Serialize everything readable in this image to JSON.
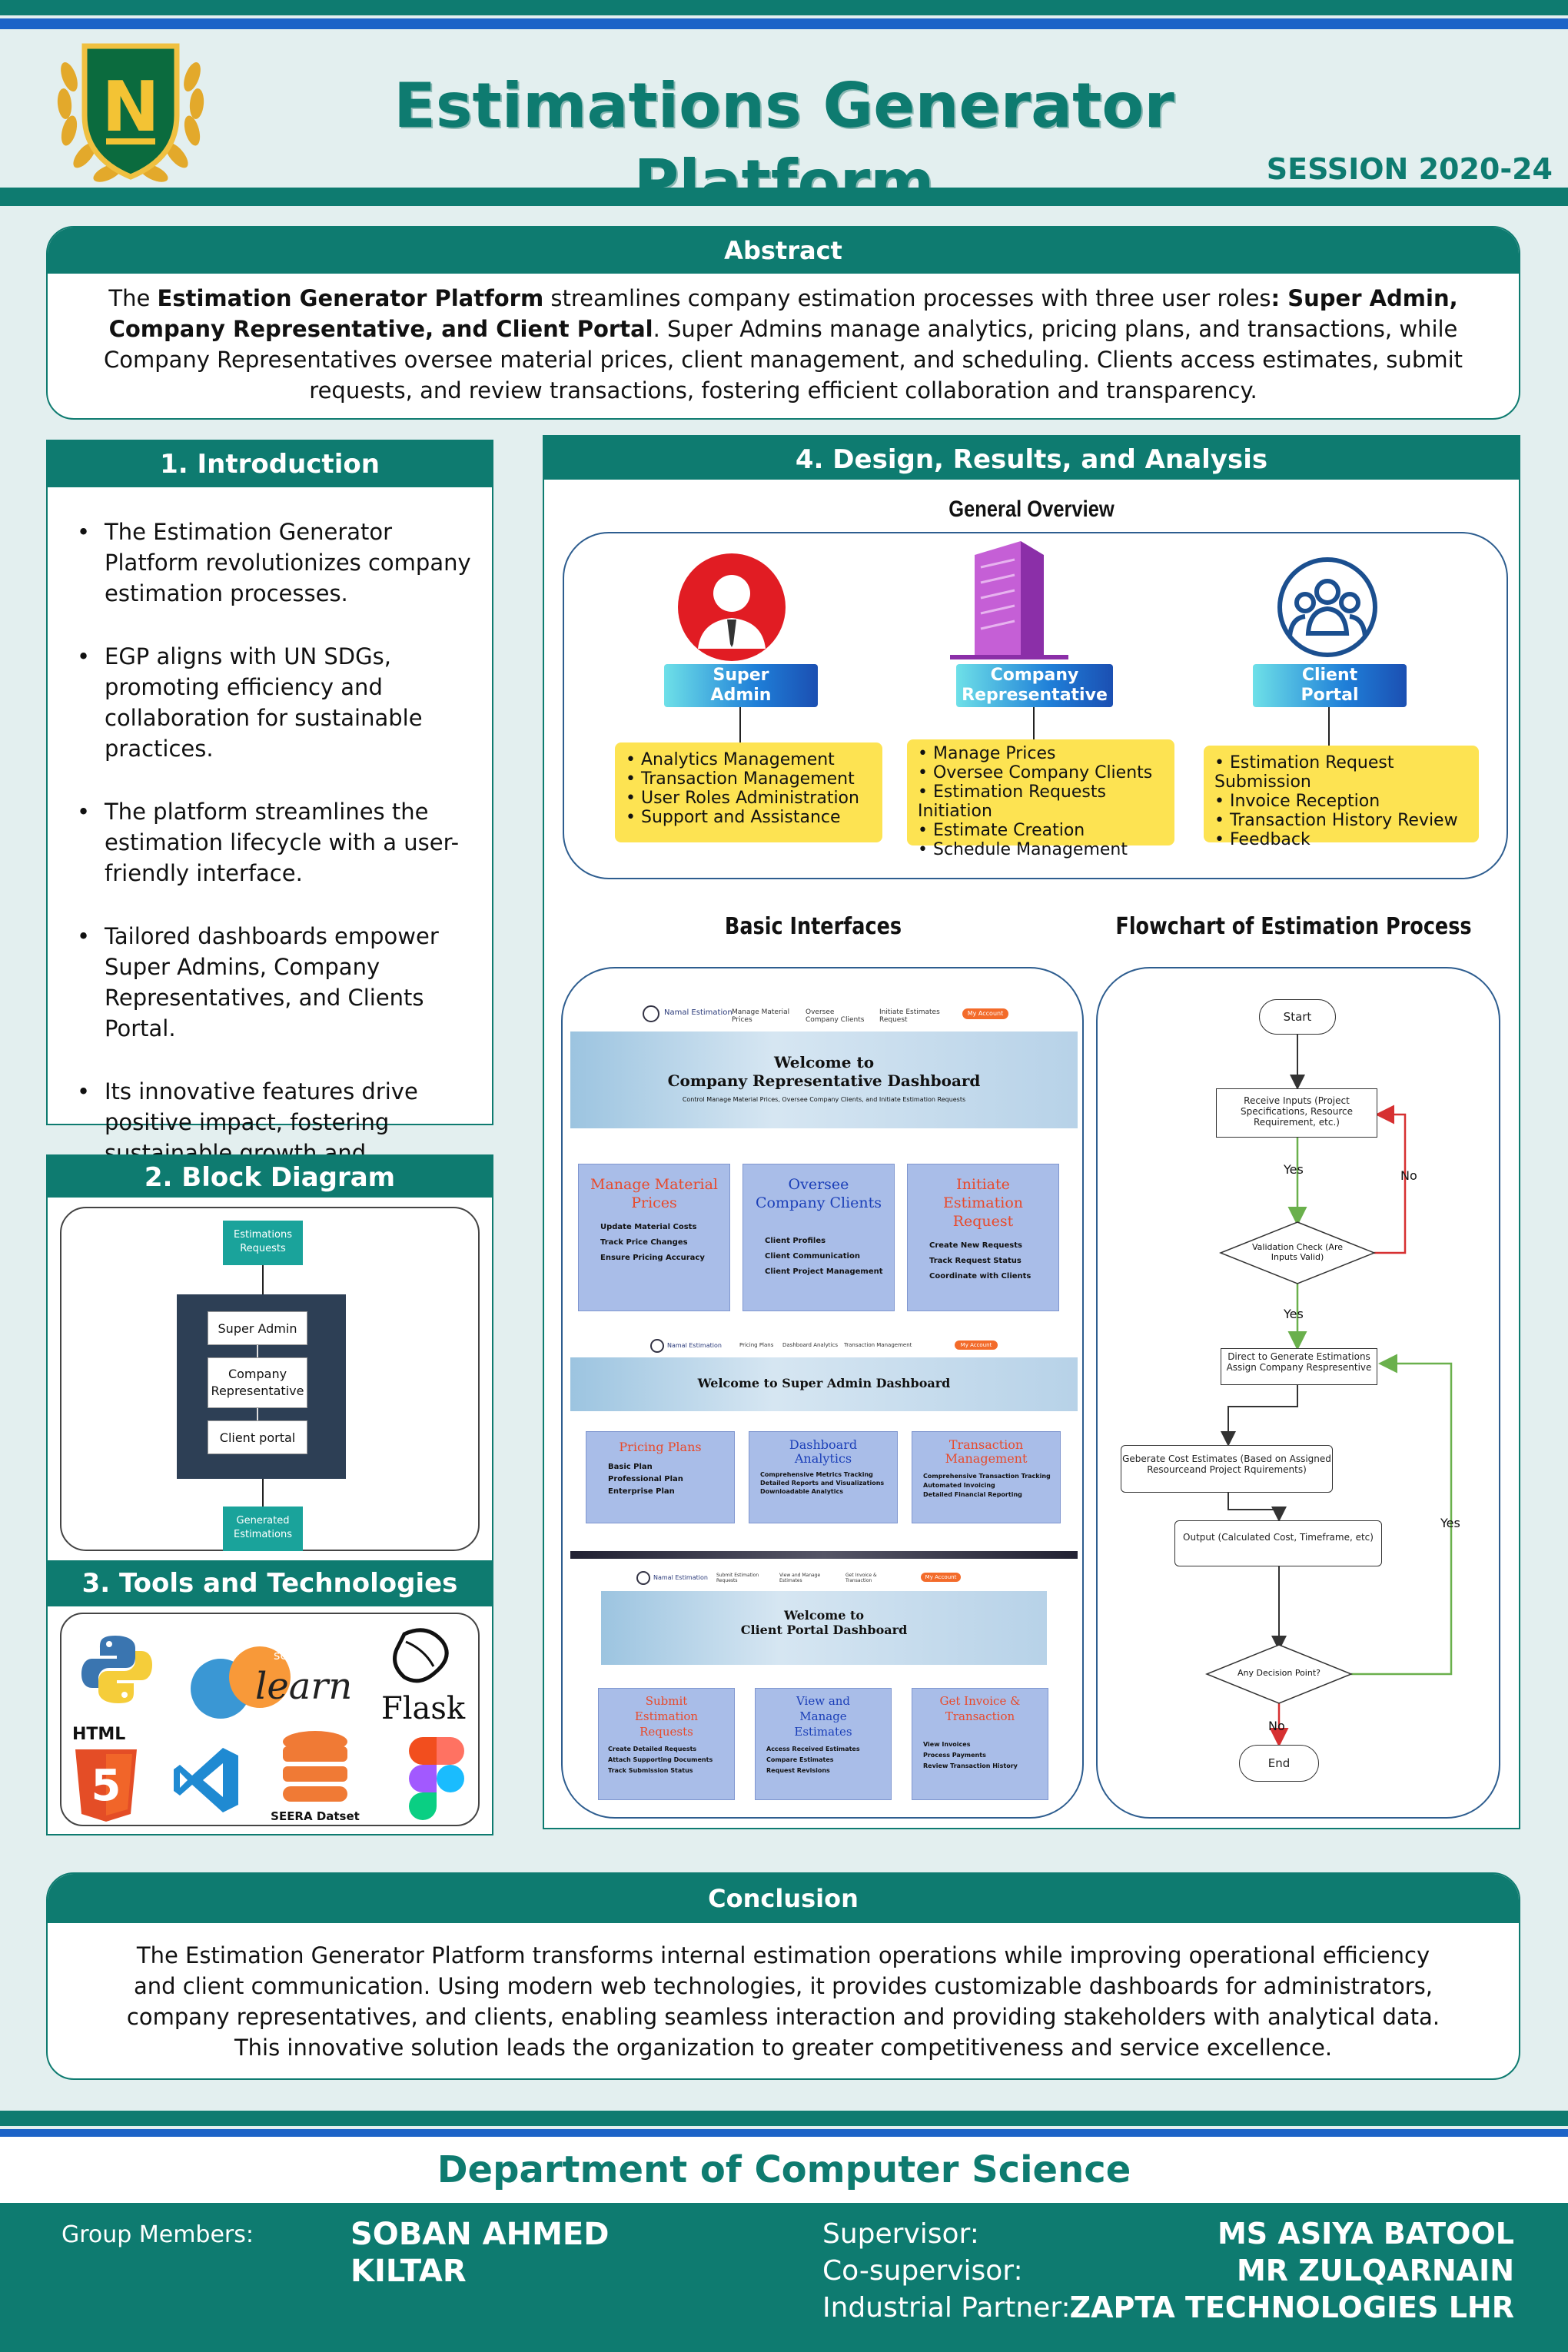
{
  "header": {
    "title": "Estimations Generator Platform",
    "session": "SESSION 2020-24",
    "logo_letter": "N"
  },
  "abstract": {
    "heading": "Abstract",
    "p1_pre": "The ",
    "p1_b1": "Estimation Generator Platform",
    "p1_mid": " streamlines company estimation processes with three user roles",
    "p1_b2": ": Super Admin, Company Representative, and Client Portal",
    "p1_post": ". Super Admins manage analytics, pricing plans, and transactions, while Company Representatives oversee material prices, client management, and scheduling. Clients access estimates, submit requests, and review transactions, fostering efficient collaboration and transparency."
  },
  "intro": {
    "heading": "1. Introduction",
    "items": [
      "The Estimation Generator Platform revolutionizes company estimation processes.",
      "EGP aligns with UN SDGs, promoting efficiency and collaboration for sustainable practices.",
      "The platform streamlines the estimation lifecycle with a user-friendly interface.",
      "Tailored dashboards empower Super Admins, Company Representatives, and Clients Portal.",
      "Its innovative features drive positive impact, fostering sustainable growth and development."
    ]
  },
  "block": {
    "heading": "2. Block Diagram",
    "top": "Estimations Requests",
    "inner": [
      "Super Admin",
      "Company Representative",
      "Client portal"
    ],
    "bottom": "Generated Estimations"
  },
  "tools": {
    "heading": "3. Tools and Technologies",
    "flask": "Flask",
    "scikit": "scikit",
    "learn": "learn",
    "html": "HTML",
    "html_num": "5",
    "seera": "SEERA Datset"
  },
  "design": {
    "heading": "4. Design, Results, and Analysis",
    "overview_title": "General Overview",
    "roles": [
      {
        "label": "Super Admin",
        "items": [
          "Analytics Management",
          "Transaction Management",
          "User Roles Administration",
          "Support and Assistance"
        ]
      },
      {
        "label": "Company Representative",
        "items": [
          "Manage Prices",
          "Oversee Company Clients",
          "Estimation Requests Initiation",
          "Estimate Creation",
          "Schedule Management"
        ]
      },
      {
        "label": "Client Portal",
        "items": [
          "Estimation Request Submission",
          "Invoice Reception",
          "Transaction History Review",
          "Feedback"
        ]
      }
    ],
    "interfaces_title": "Basic Interfaces",
    "flow_title": "Flowchart of Estimation Process"
  },
  "ui": {
    "brand": "Namal Estimation",
    "rep": {
      "nav": [
        "Manage Material Prices",
        "Oversee Company Clients",
        "Initiate Estimates Request"
      ],
      "account": "My Account",
      "welcome": "Welcome to",
      "title": "Company Representative Dashboard",
      "sub": "Control Manage Material Prices, Oversee Company Clients, and Initiate Estimation Requests",
      "cards": [
        {
          "t": "Manage Material Prices",
          "s": [
            "Update Material Costs",
            "Track Price Changes",
            "Ensure Pricing Accuracy"
          ]
        },
        {
          "t": "Oversee Company Clients",
          "s": [
            "Client Profiles",
            "Client Communication",
            "Client Project Management"
          ]
        },
        {
          "t": "Initiate Estimation Request",
          "s": [
            "Create New Requests",
            "Track Request Status",
            "Coordinate with Clients"
          ]
        }
      ]
    },
    "admin": {
      "nav": [
        "Pricing Plans",
        "Dashboard Analytics",
        "Transaction Management"
      ],
      "account": "My Account",
      "title": "Welcome to Super Admin Dashboard",
      "cards": [
        {
          "t": "Pricing Plans",
          "s": [
            "Basic Plan",
            "Professional Plan",
            "Enterprise Plan"
          ]
        },
        {
          "t": "Dashboard Analytics",
          "s": [
            "Comprehensive Metrics Tracking",
            "Detailed Reports and Visualizations",
            "Downloadable Analytics"
          ]
        },
        {
          "t": "Transaction Management",
          "s": [
            "Comprehensive Transaction Tracking",
            "Automated Invoicing",
            "Detailed Financial Reporting"
          ]
        }
      ]
    },
    "client": {
      "nav": [
        "Submit Estimation Requests",
        "View and Manage Estimates",
        "Get Invoice & Transaction"
      ],
      "account": "My Account",
      "welcome": "Welcome to",
      "title": "Client Portal Dashboard",
      "cards": [
        {
          "t": "Submit Estimation Requests",
          "s": [
            "Create Detailed Requests",
            "Attach Supporting Documents",
            "Track Submission Status"
          ]
        },
        {
          "t": "View and Manage Estimates",
          "s": [
            "Access Received Estimates",
            "Compare Estimates",
            "Request Revisions"
          ]
        },
        {
          "t": "Get Invoice & Transaction",
          "s": [
            "View Invoices",
            "Process Payments",
            "Review Transaction History"
          ]
        }
      ]
    }
  },
  "flow": {
    "start": "Start",
    "inputs": "Receive Inputs (Project Specifications, Resource Requirement, etc.)",
    "yes1": "Yes",
    "no1": "No",
    "validation": "Validation Check (Are Inputs Valid)",
    "yes2": "Yes",
    "direct": "Direct to Generate Estimations Assign Company Respresentive",
    "generate": "Geberate Cost Estimates (Based on Assigned Resourceand Project Rquirements)",
    "output": "Output (Calculated Cost, Timeframe, etc)",
    "decision": "Any Decision Point?",
    "yes3": "Yes",
    "no2": "No",
    "end": "End"
  },
  "conclusion": {
    "heading": "Conclusion",
    "text": "The Estimation Generator Platform transforms internal estimation operations while improving operational efficiency and client communication. Using modern web technologies, it provides customizable dashboards for administrators, company representatives, and clients, enabling seamless interaction and providing stakeholders with analytical data. This innovative solution leads the organization to greater competitiveness and service excellence."
  },
  "footer": {
    "dept": "Department of Computer Science",
    "members_label": "Group Members:",
    "members": [
      "SOBAN AHMED",
      "KILTAR"
    ],
    "labels": [
      "Supervisor:",
      "Co-supervisor:",
      "Industrial Partner:"
    ],
    "values": [
      "MS ASIYA BATOOL",
      "MR ZULQARNAIN",
      "ZAPTA TECHNOLOGIES LHR"
    ]
  },
  "colors": {
    "teal": "#0e7b70",
    "blue": "#1c63c7",
    "yellow": "#fde352",
    "red": "#e11c23"
  }
}
